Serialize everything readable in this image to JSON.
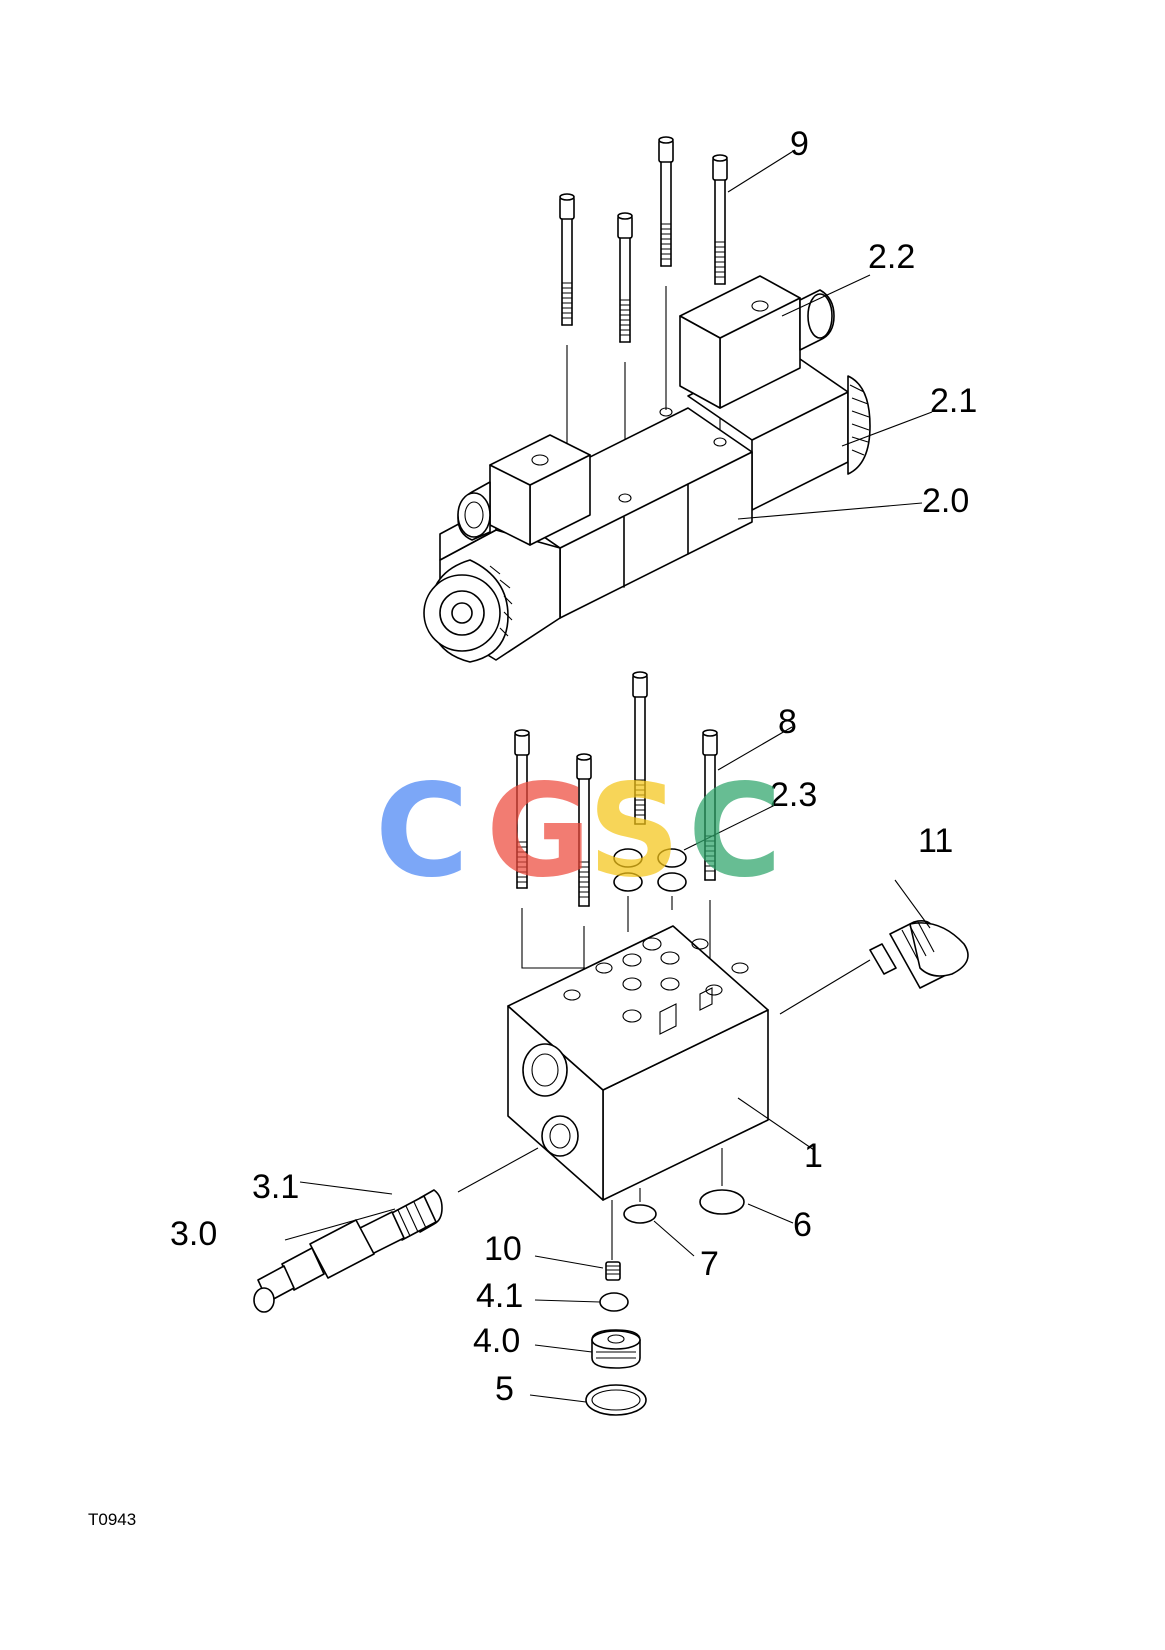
{
  "callouts": [
    {
      "id": "c9",
      "label": "9"
    },
    {
      "id": "c2_2",
      "label": "2.2"
    },
    {
      "id": "c2_1",
      "label": "2.1"
    },
    {
      "id": "c2_0",
      "label": "2.0"
    },
    {
      "id": "c8",
      "label": "8"
    },
    {
      "id": "c2_3",
      "label": "2.3"
    },
    {
      "id": "c11",
      "label": "11"
    },
    {
      "id": "c1",
      "label": "1"
    },
    {
      "id": "c3_1",
      "label": "3.1"
    },
    {
      "id": "c3_0",
      "label": "3.0"
    },
    {
      "id": "c6",
      "label": "6"
    },
    {
      "id": "c7",
      "label": "7"
    },
    {
      "id": "c10",
      "label": "10"
    },
    {
      "id": "c4_1",
      "label": "4.1"
    },
    {
      "id": "c4_0",
      "label": "4.0"
    },
    {
      "id": "c5",
      "label": "5"
    }
  ],
  "drawing_id": "T0943",
  "watermark": {
    "letters": [
      "C",
      "G",
      "S",
      "C"
    ],
    "colors": [
      "#4a86f5",
      "#ee4a3c",
      "#f5c518",
      "#2ea56a"
    ]
  }
}
